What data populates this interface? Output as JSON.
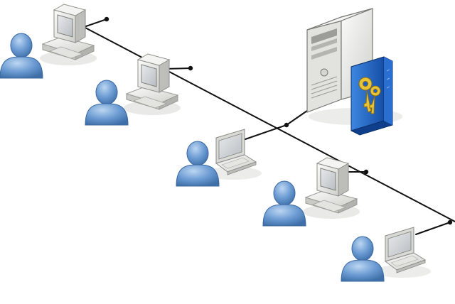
{
  "diagram": {
    "nodes": [
      {
        "id": "server",
        "kind": "server",
        "icon": "server-tower-icon",
        "accessory": "license-keys-box-icon"
      },
      {
        "id": "client-1",
        "kind": "desktop-workstation",
        "icon": "desktop-computer-icon",
        "user_icon": "user-icon"
      },
      {
        "id": "client-2",
        "kind": "desktop-workstation",
        "icon": "desktop-computer-icon",
        "user_icon": "user-icon"
      },
      {
        "id": "client-3",
        "kind": "laptop-workstation",
        "icon": "laptop-icon",
        "user_icon": "user-icon"
      },
      {
        "id": "client-4",
        "kind": "desktop-workstation",
        "icon": "desktop-computer-icon",
        "user_icon": "user-icon"
      },
      {
        "id": "client-5",
        "kind": "laptop-workstation",
        "icon": "laptop-icon",
        "user_icon": "user-icon"
      }
    ],
    "connections": [
      {
        "from": "client-1",
        "to": "network-bus"
      },
      {
        "from": "client-2",
        "to": "network-bus"
      },
      {
        "from": "client-3",
        "to": "network-bus"
      },
      {
        "from": "server",
        "to": "network-bus"
      },
      {
        "from": "client-4",
        "to": "network-bus"
      },
      {
        "from": "client-5",
        "to": "network-bus"
      }
    ],
    "colors": {
      "user_body": "#5b8fcb",
      "user_highlight": "#a9c8ec",
      "computer_case": "#ececea",
      "computer_shadow": "#b9b9b6",
      "screen": "#cfd3d6",
      "box_blue": "#1f5fc4",
      "keys_gold": "#e6c33a",
      "wire": "#111111"
    }
  }
}
